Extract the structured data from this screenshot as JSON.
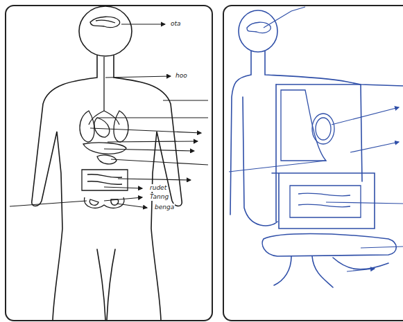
{
  "diagram": {
    "labels": [
      "ota",
      "hoo",
      "rudet",
      "Tanng",
      "benga"
    ]
  }
}
